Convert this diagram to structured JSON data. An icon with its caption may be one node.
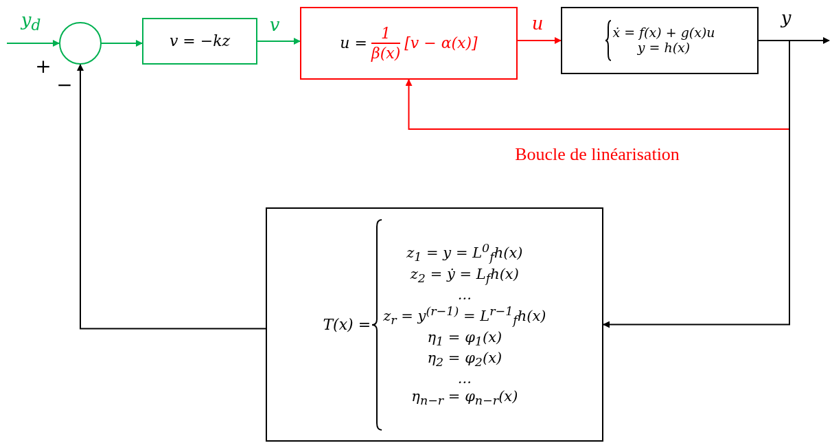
{
  "diagram": {
    "nodes": [
      {
        "text": [],
        "shape": "circle"
      },
      {
        "text": [
          "v = −kz"
        ]
      },
      {
        "text": [
          "u =",
          "1",
          "β(x)",
          "[v − α(x)]"
        ]
      },
      {
        "text": [
          "ẋ = f(x) + g(x)u",
          "y = h(x)"
        ]
      },
      {
        "text": [
          "T(x) =",
          "z$_{1}$ = y = L$^{0}$$_{f}$h(x)",
          "z$_{2}$ = ẏ = L$_{f}$h(x)",
          "...",
          "z$_{r}$ = y$^{(r−1)}$ = L$^{r−1}$$_{f}$h(x)",
          "η$_{1}$ = φ$_{1}$(x)",
          "η$_{2}$ = φ$_{2}$(x)",
          "...",
          "η$_{n−r}$ = φ$_{n−r}$(x)"
        ]
      }
    ],
    "edges": [
      {
        "from": null,
        "to": 0,
        "arrow": "to",
        "label": "y$_{d}$",
        "color": "#00b050"
      },
      {
        "from": 0,
        "to": 1,
        "arrow": "to",
        "color": "#00b050"
      },
      {
        "from": 1,
        "to": 2,
        "arrow": "to",
        "label": "v",
        "color": "#00b050"
      },
      {
        "from": 2,
        "to": 3,
        "arrow": "to",
        "label": "u",
        "color": "#ff0000"
      },
      {
        "from": 3,
        "to": null,
        "arrow": "to",
        "label": "y",
        "color": "#000000"
      },
      {
        "from": 3,
        "to": 2,
        "arrow": "to",
        "label": "Boucle de linéarisation",
        "color": "#ff0000"
      },
      {
        "from": 3,
        "to": 4,
        "arrow": "to",
        "color": "#000000"
      },
      {
        "from": 4,
        "to": 0,
        "arrow": "to",
        "color": "#000000"
      }
    ],
    "labels": [
      "+",
      "−"
    ]
  }
}
